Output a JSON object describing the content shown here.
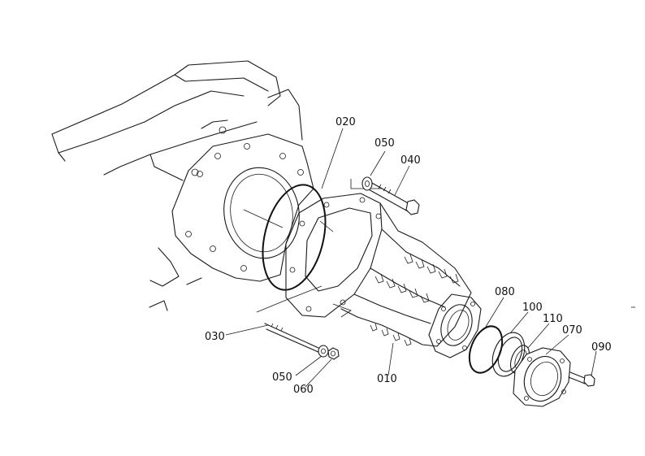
{
  "diagram": {
    "parts": [
      {
        "id": "p010",
        "label": "010"
      },
      {
        "id": "p020",
        "label": "020"
      },
      {
        "id": "p030",
        "label": "030"
      },
      {
        "id": "p040",
        "label": "040"
      },
      {
        "id": "p050a",
        "label": "050"
      },
      {
        "id": "p050b",
        "label": "050"
      },
      {
        "id": "p060",
        "label": "060"
      },
      {
        "id": "p070",
        "label": "070"
      },
      {
        "id": "p080",
        "label": "080"
      },
      {
        "id": "p090",
        "label": "090"
      },
      {
        "id": "p100",
        "label": "100"
      },
      {
        "id": "p110",
        "label": "110"
      }
    ]
  }
}
